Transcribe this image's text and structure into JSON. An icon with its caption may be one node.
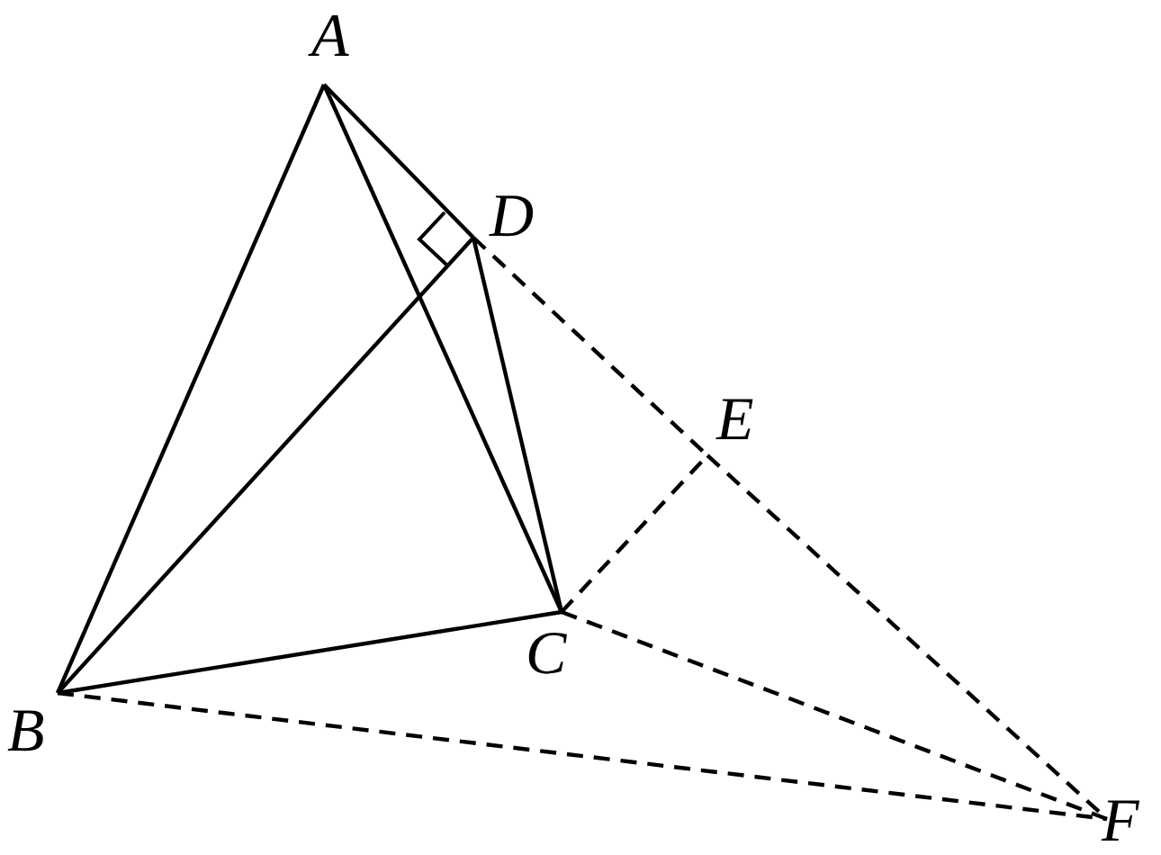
{
  "diagram": {
    "nodes": [
      {
        "text": [
          "A"
        ]
      },
      {
        "text": [
          "D"
        ]
      },
      {
        "text": [
          "E"
        ]
      },
      {
        "text": [
          "B"
        ]
      },
      {
        "text": [
          "C"
        ]
      },
      {
        "text": [
          "F"
        ]
      }
    ],
    "edges": [
      {
        "from": 0,
        "to": 3,
        "arrow": "none"
      },
      {
        "from": 0,
        "to": 4,
        "arrow": "none"
      },
      {
        "from": 0,
        "to": 1,
        "arrow": "none"
      },
      {
        "from": 3,
        "to": 1,
        "arrow": "none"
      },
      {
        "from": 3,
        "to": 4,
        "arrow": "none"
      },
      {
        "from": 1,
        "to": 4,
        "arrow": "none"
      },
      {
        "from": 1,
        "to": 2,
        "arrow": "none",
        "style": "dashed"
      },
      {
        "from": 2,
        "to": 5,
        "arrow": "none",
        "style": "dashed"
      },
      {
        "from": 4,
        "to": 2,
        "arrow": "none",
        "style": "dashed"
      },
      {
        "from": 4,
        "to": 5,
        "arrow": "none",
        "style": "dashed"
      },
      {
        "from": 3,
        "to": 5,
        "arrow": "none",
        "style": "dashed"
      }
    ]
  }
}
